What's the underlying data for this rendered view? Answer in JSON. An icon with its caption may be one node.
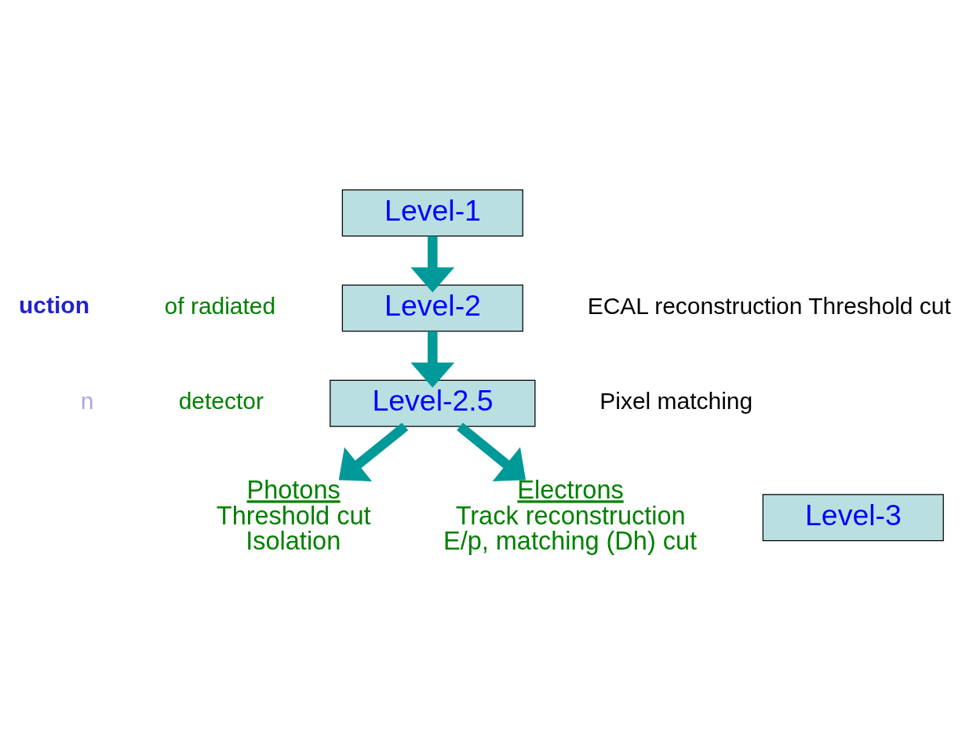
{
  "diagram": {
    "nodes": [
      {
        "text": [
          "Level-1"
        ]
      },
      {
        "text": [
          "Level-2"
        ],
        "beside": [
          "ECAL reconstruction Threshold cut"
        ]
      },
      {
        "text": [
          "Level-2.5"
        ],
        "beside": [
          "Pixel matching"
        ]
      },
      {
        "text": [
          "Level-3"
        ]
      },
      {
        "text": [
          "Photons",
          "Threshold cut",
          "Isolation"
        ]
      },
      {
        "text": [
          "Electrons",
          "Track reconstruction",
          "E/p, matching (Dh) cut"
        ]
      }
    ],
    "edges": [
      {
        "from": 0,
        "to": 1,
        "arrow": "to"
      },
      {
        "from": 1,
        "to": 2,
        "arrow": "to"
      },
      {
        "from": 2,
        "to": 4,
        "arrow": "to"
      },
      {
        "from": 2,
        "to": 5,
        "arrow": "to"
      }
    ],
    "labels": [
      "uction",
      "of radiated",
      "n",
      "detector"
    ]
  }
}
